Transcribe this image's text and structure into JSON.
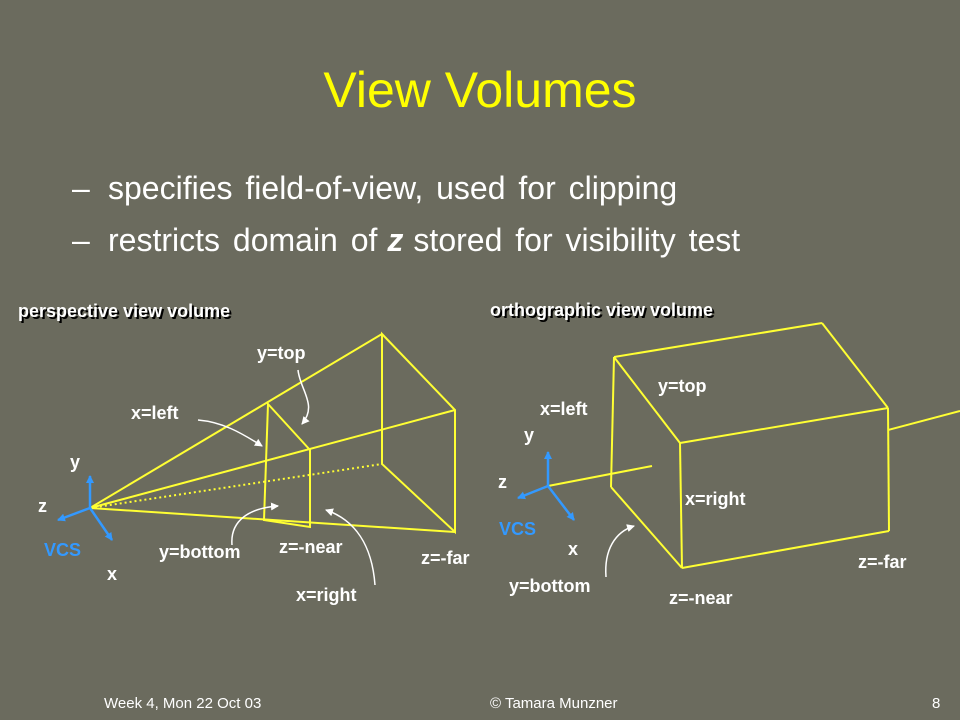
{
  "slide": {
    "title": "View Volumes",
    "bullets": [
      {
        "dash": "–",
        "text": "specifies field-of-view, used for clipping"
      },
      {
        "dash": "–",
        "pre": "restricts domain of",
        "var": "z",
        "post": "stored for visibility test"
      }
    ]
  },
  "perspective": {
    "heading": "perspective view volume",
    "labels": {
      "y_top": "y=top",
      "x_left": "x=left",
      "y_bottom": "y=bottom",
      "z_near": "z=-near",
      "x_right": "x=right",
      "z_far": "z=-far"
    },
    "axes": {
      "y": "y",
      "z": "z",
      "x": "x",
      "vcs": "VCS"
    }
  },
  "orthographic": {
    "heading": "orthographic view volume",
    "labels": {
      "y_top": "y=top",
      "x_left": "x=left",
      "x_right": "x=right",
      "z_far": "z=-far",
      "y_bottom": "y=bottom",
      "z_near": "z=-near"
    },
    "axes": {
      "y": "y",
      "z": "z",
      "x": "x",
      "vcs": "VCS"
    }
  },
  "footer": {
    "date": "Week 4, Mon 22 Oct 03",
    "copyright": "© Tamara Munzner",
    "page": "8"
  },
  "colors": {
    "background": "#6b6b5e",
    "title": "#ffff00",
    "volume_lines": "#ffff33",
    "axes": "#3399ff",
    "text": "#ffffff"
  }
}
